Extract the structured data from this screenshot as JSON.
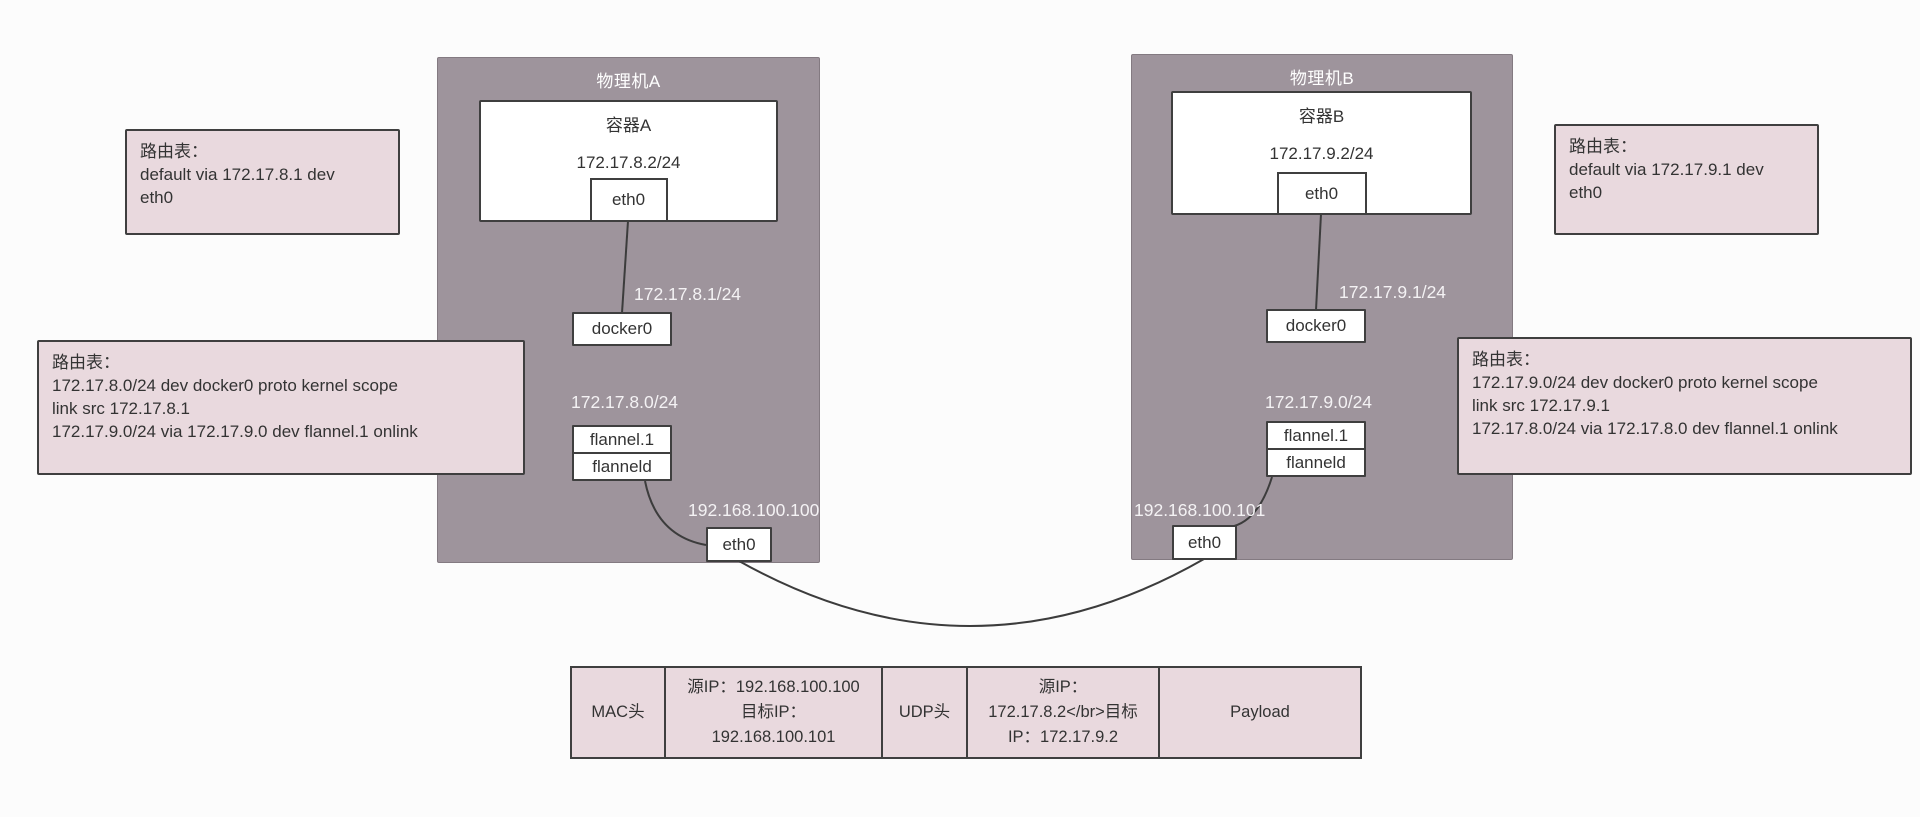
{
  "machine_a": {
    "title": "物理机A",
    "container": {
      "title": "容器A",
      "ip": "172.17.8.2/24",
      "eth_label": "eth0"
    },
    "docker_gateway_ip": "172.17.8.1/24",
    "docker_label": "docker0",
    "flannel_subnet": "172.17.8.0/24",
    "flannel_label": "flannel.1",
    "flanneld_label": "flanneld",
    "host_ip": "192.168.100.100",
    "host_eth_label": "eth0"
  },
  "machine_b": {
    "title": "物理机B",
    "container": {
      "title": "容器B",
      "ip": "172.17.9.2/24",
      "eth_label": "eth0"
    },
    "docker_gateway_ip": "172.17.9.1/24",
    "docker_label": "docker0",
    "flannel_subnet": "172.17.9.0/24",
    "flannel_label": "flannel.1",
    "flanneld_label": "flanneld",
    "host_ip": "192.168.100.101",
    "host_eth_label": "eth0"
  },
  "route_tables": {
    "host_a_default": {
      "title": "路由表：",
      "body": "default via 172.17.8.1 dev\neth0"
    },
    "host_a_routes": {
      "title": "路由表：",
      "body": "172.17.8.0/24 dev docker0  proto kernel  scope\nlink  src 172.17.8.1\n172.17.9.0/24 via 172.17.9.0 dev flannel.1 onlink"
    },
    "host_b_default": {
      "title": "路由表：",
      "body": "default via 172.17.9.1 dev\neth0"
    },
    "host_b_routes": {
      "title": "路由表：",
      "body": "172.17.9.0/24 dev docker0  proto kernel  scope\nlink  src 172.17.9.1\n172.17.8.0/24 via 172.17.8.0 dev flannel.1 onlink"
    }
  },
  "packet": {
    "cells": [
      {
        "label": "MAC头"
      },
      {
        "label": "源IP：192.168.100.100\n目标IP：\n192.168.100.101"
      },
      {
        "label": "UDP头"
      },
      {
        "label": "源IP：\n172.17.8.2</br>目标\nIP：172.17.9.2"
      },
      {
        "label": "Payload"
      }
    ]
  },
  "colors": {
    "machine_fill": "#9e949c",
    "note_fill": "#e9d9de",
    "box_border": "#3f3f3f",
    "white_box_fill": "#ffffff",
    "light_text": "#f4f2f4",
    "dark_text": "#333333"
  }
}
